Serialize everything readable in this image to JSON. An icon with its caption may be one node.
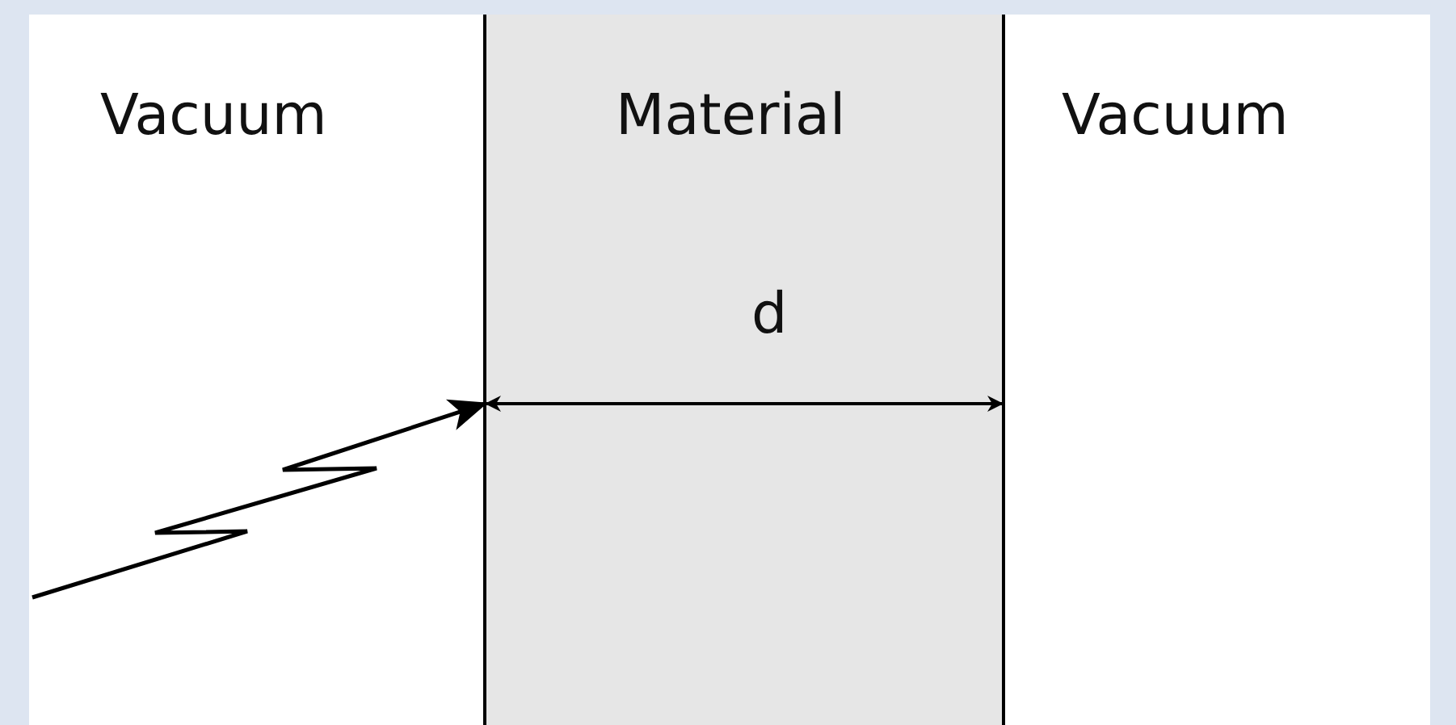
{
  "diagram": {
    "nodes": [
      {
        "text": [
          "Material"
        ]
      }
    ],
    "labels": [
      "Vacuum",
      "Vacuum",
      "d"
    ]
  }
}
